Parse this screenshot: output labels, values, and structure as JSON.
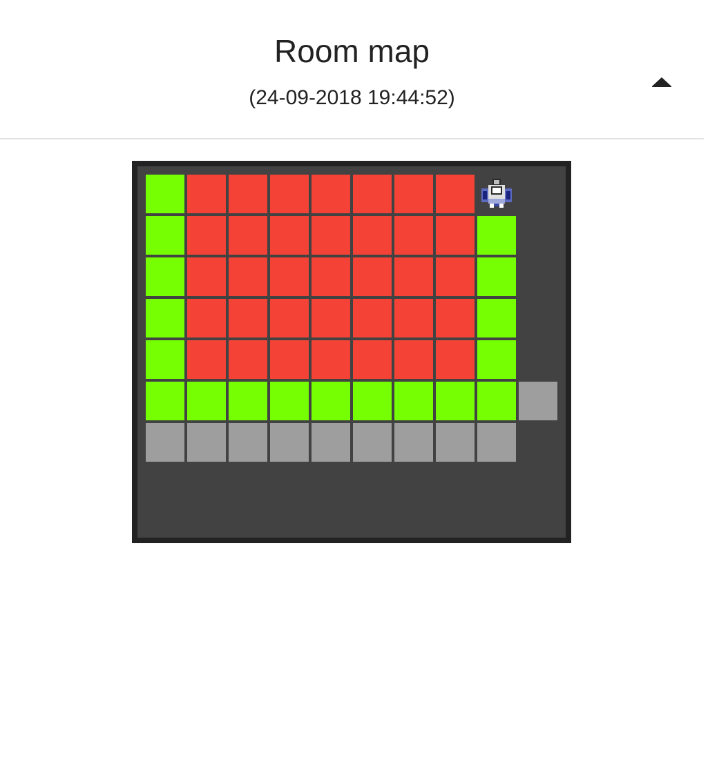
{
  "header": {
    "title": "Room map",
    "timestamp": "(24-09-2018 19:44:52)",
    "collapse_icon": "caret-up-icon"
  },
  "map": {
    "colors": {
      "cleaned": "#76ff03",
      "obstacle": "#f44336",
      "unexplored": "#9e9e9e",
      "background": "#424242",
      "border": "#222222"
    },
    "robot_icon": "robot-vacuum-icon",
    "robot_position": {
      "row": 0,
      "col": 8
    },
    "grid": [
      [
        "cleaned",
        "obstacle",
        "obstacle",
        "obstacle",
        "obstacle",
        "obstacle",
        "obstacle",
        "obstacle",
        "robot",
        "empty"
      ],
      [
        "cleaned",
        "obstacle",
        "obstacle",
        "obstacle",
        "obstacle",
        "obstacle",
        "obstacle",
        "obstacle",
        "cleaned",
        "empty"
      ],
      [
        "cleaned",
        "obstacle",
        "obstacle",
        "obstacle",
        "obstacle",
        "obstacle",
        "obstacle",
        "obstacle",
        "cleaned",
        "empty"
      ],
      [
        "cleaned",
        "obstacle",
        "obstacle",
        "obstacle",
        "obstacle",
        "obstacle",
        "obstacle",
        "obstacle",
        "cleaned",
        "empty"
      ],
      [
        "cleaned",
        "obstacle",
        "obstacle",
        "obstacle",
        "obstacle",
        "obstacle",
        "obstacle",
        "obstacle",
        "cleaned",
        "empty"
      ],
      [
        "cleaned",
        "cleaned",
        "cleaned",
        "cleaned",
        "cleaned",
        "cleaned",
        "cleaned",
        "cleaned",
        "cleaned",
        "unexplored"
      ],
      [
        "unexplored",
        "unexplored",
        "unexplored",
        "unexplored",
        "unexplored",
        "unexplored",
        "unexplored",
        "unexplored",
        "unexplored",
        "empty"
      ]
    ]
  }
}
